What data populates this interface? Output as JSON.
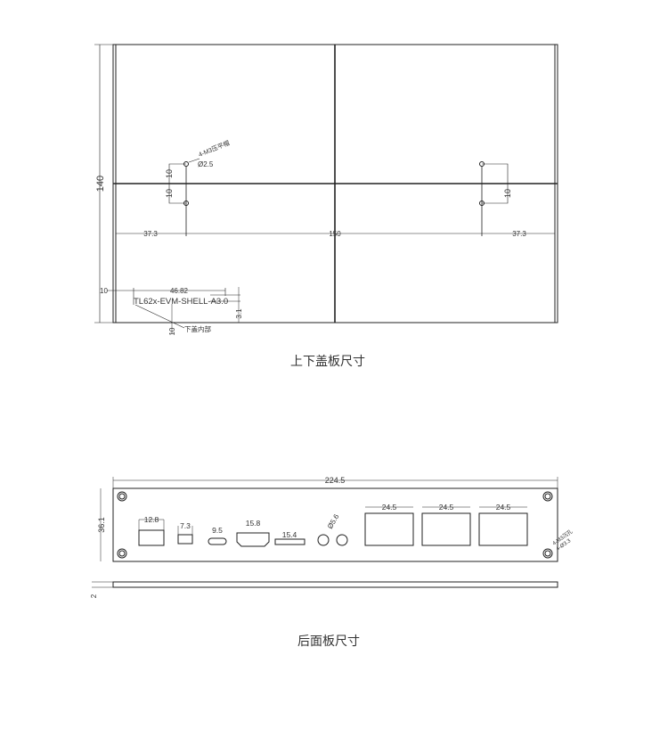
{
  "top_panel": {
    "caption": "上下盖板尺寸",
    "dim_height": "140",
    "dim_left": "37.3",
    "dim_center": "150",
    "dim_right": "37.3",
    "dim_hole_up_left": "10",
    "dim_hole_down_left": "10",
    "dim_hole_right": "10",
    "hole_note": "4-M3压平帽",
    "hole_dia": "Ø2.5",
    "label_width": "46.82",
    "label_text": "TL62x-EVM-SHELL-A3.0",
    "label_height": "3.1",
    "label_offset_left": "10",
    "label_offset_bottom": "10",
    "label_note": "下盖内部"
  },
  "rear_panel": {
    "caption": "后面板尺寸",
    "dim_width": "224.5",
    "dim_height": "36.1",
    "dim_thickness": "2",
    "ports": [
      "12.8",
      "7.3",
      "9.5",
      "15.8",
      "15.4"
    ],
    "audio_dia": "Ø5.6",
    "rj45": [
      "24.5",
      "24.5",
      "24.5"
    ],
    "hole_note1": "4-M3沉孔",
    "hole_note2": "4-Ø3.3"
  }
}
